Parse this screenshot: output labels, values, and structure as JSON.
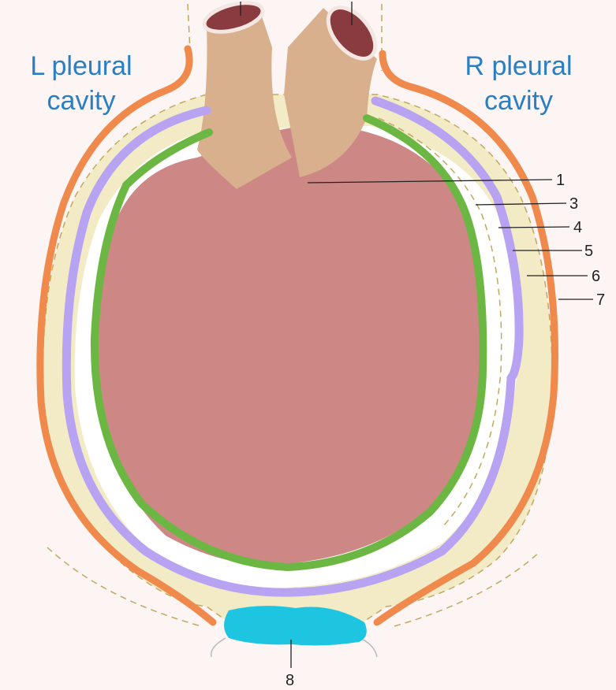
{
  "labels": {
    "left_cavity": "L pleural cavity",
    "right_cavity": "R pleural cavity",
    "numbers": [
      "1",
      "3",
      "4",
      "5",
      "6",
      "7",
      "8"
    ]
  },
  "colors": {
    "heart": "#cd8886",
    "vessel": "#d9b08e",
    "vessel_inner": "#8a3b40",
    "pericardium_fill": "#f2ebc6",
    "dashed": "#c2a85e",
    "orange": "#ef8a4c",
    "purple": "#b7a3f2",
    "green": "#6cb744",
    "cyan": "#1ec5e0",
    "text_blue": "#2a7ec2"
  }
}
